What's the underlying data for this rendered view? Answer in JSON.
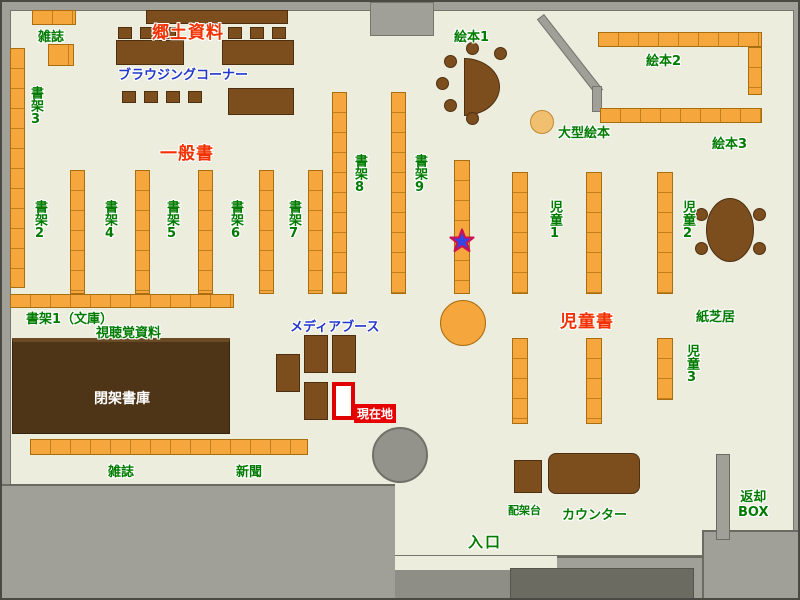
{
  "areas": {
    "local_materials_label": "郷土資料",
    "browsing_corner_label": "ブラウジングコーナー",
    "general_books_label": "一般書",
    "children_books_label": "児童書",
    "media_booth_label": "メディアブース",
    "entrance_label": "入口",
    "closed_stacks_label": "閉架書庫",
    "audio_visual_label": "視聴覚資料",
    "kamishibai_label": "紙芝居",
    "counter_label": "カウンター",
    "sorting_table_label": "配架台",
    "return_box_line1": "返却",
    "return_box_line2": "BOX",
    "current_location_label": "現在地",
    "magazine_top_label": "雑誌",
    "magazine_bottom_label": "雑誌",
    "newspaper_label": "新聞",
    "large_picture_book_label": "大型絵本"
  },
  "shelf_labels": {
    "s1": "書架1（文庫）",
    "s2": "書架2",
    "s3": "書架3",
    "s4": "書架4",
    "s5": "書架5",
    "s6": "書架6",
    "s7": "書架7",
    "s8": "書架8",
    "s9": "書架9"
  },
  "picture_book_labels": {
    "e1": "絵本1",
    "e2": "絵本2",
    "e3": "絵本3"
  },
  "children_shelf_labels": {
    "j1": "児童1",
    "j2": "児童2",
    "j3": "児童3"
  },
  "marker": {
    "icon": "star",
    "label": "現在地"
  },
  "colors": {
    "floor": "#EDEDDE",
    "wall": "#A0A098",
    "shelf_fill": "#F5A63C",
    "shelf_border": "#A86E10",
    "wood": "#7C4E1E",
    "closed_stack": "#4E3517",
    "label_green": "#007B00",
    "label_red": "#F23000",
    "label_blue": "#2238C8",
    "marker_red": "#E60000",
    "star_blue": "#3546E6"
  }
}
